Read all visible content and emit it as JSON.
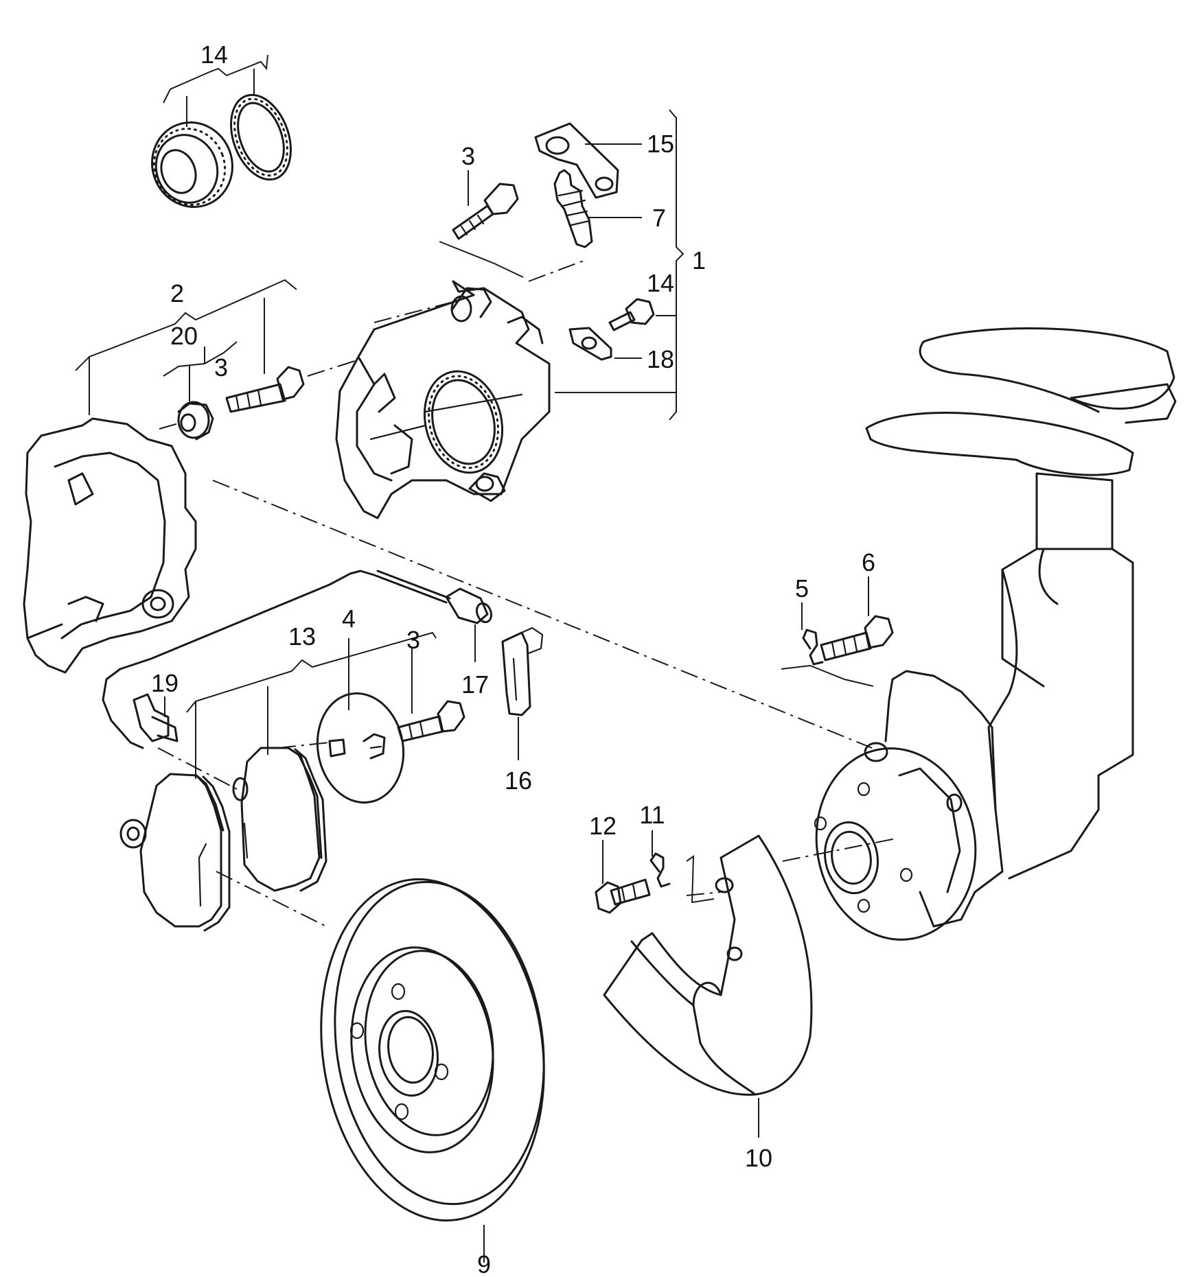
{
  "callouts": [
    {
      "id": "c-14-top",
      "text": "14"
    },
    {
      "id": "c-3-a",
      "text": "3"
    },
    {
      "id": "c-15",
      "text": "15"
    },
    {
      "id": "c-7",
      "text": "7"
    },
    {
      "id": "c-1",
      "text": "1"
    },
    {
      "id": "c-14-right",
      "text": "14"
    },
    {
      "id": "c-18",
      "text": "18"
    },
    {
      "id": "c-2",
      "text": "2"
    },
    {
      "id": "c-20",
      "text": "20"
    },
    {
      "id": "c-3-b",
      "text": "3"
    },
    {
      "id": "c-4",
      "text": "4"
    },
    {
      "id": "c-13",
      "text": "13"
    },
    {
      "id": "c-3-c",
      "text": "3"
    },
    {
      "id": "c-17",
      "text": "17"
    },
    {
      "id": "c-19",
      "text": "19"
    },
    {
      "id": "c-16",
      "text": "16"
    },
    {
      "id": "c-5",
      "text": "5"
    },
    {
      "id": "c-6",
      "text": "6"
    },
    {
      "id": "c-11",
      "text": "11"
    },
    {
      "id": "c-12",
      "text": "12"
    },
    {
      "id": "c-10",
      "text": "10"
    },
    {
      "id": "c-9",
      "text": "9"
    }
  ]
}
